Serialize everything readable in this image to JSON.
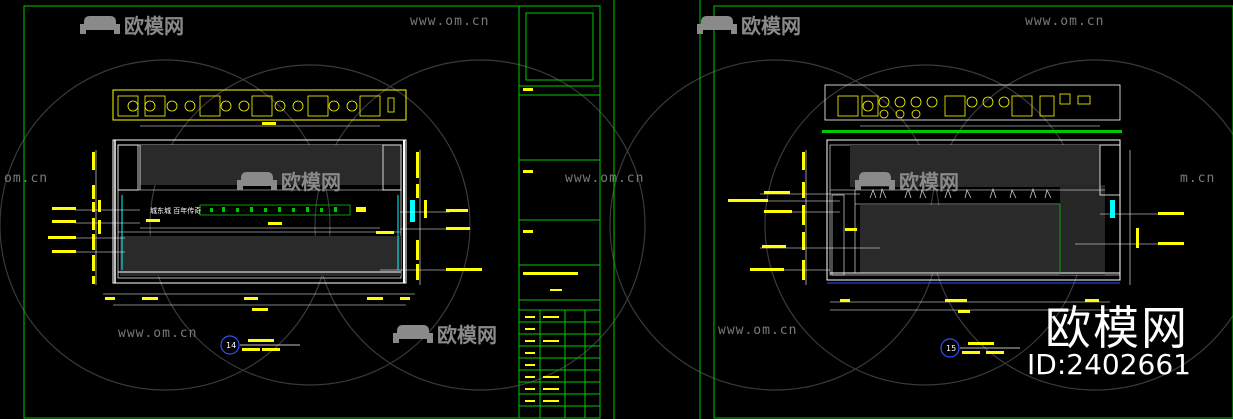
{
  "watermark": {
    "url_text": "www.om.cn",
    "url_partial": "om.cn",
    "url_partial_left": "m.cn",
    "logo_text": "欧模网"
  },
  "brand": {
    "name": "欧模网",
    "id_text": "ID:2402661"
  },
  "drawing_left": {
    "marker": "14",
    "signage_text": "城东城 百年传奇"
  },
  "drawing_right": {
    "marker": "15"
  },
  "colors": {
    "line_white": "#ffffff",
    "line_yellow": "#ffff00",
    "line_green": "#00c800",
    "line_cyan": "#00ffff",
    "line_blue": "#3050ff",
    "watermark": "#808080"
  }
}
